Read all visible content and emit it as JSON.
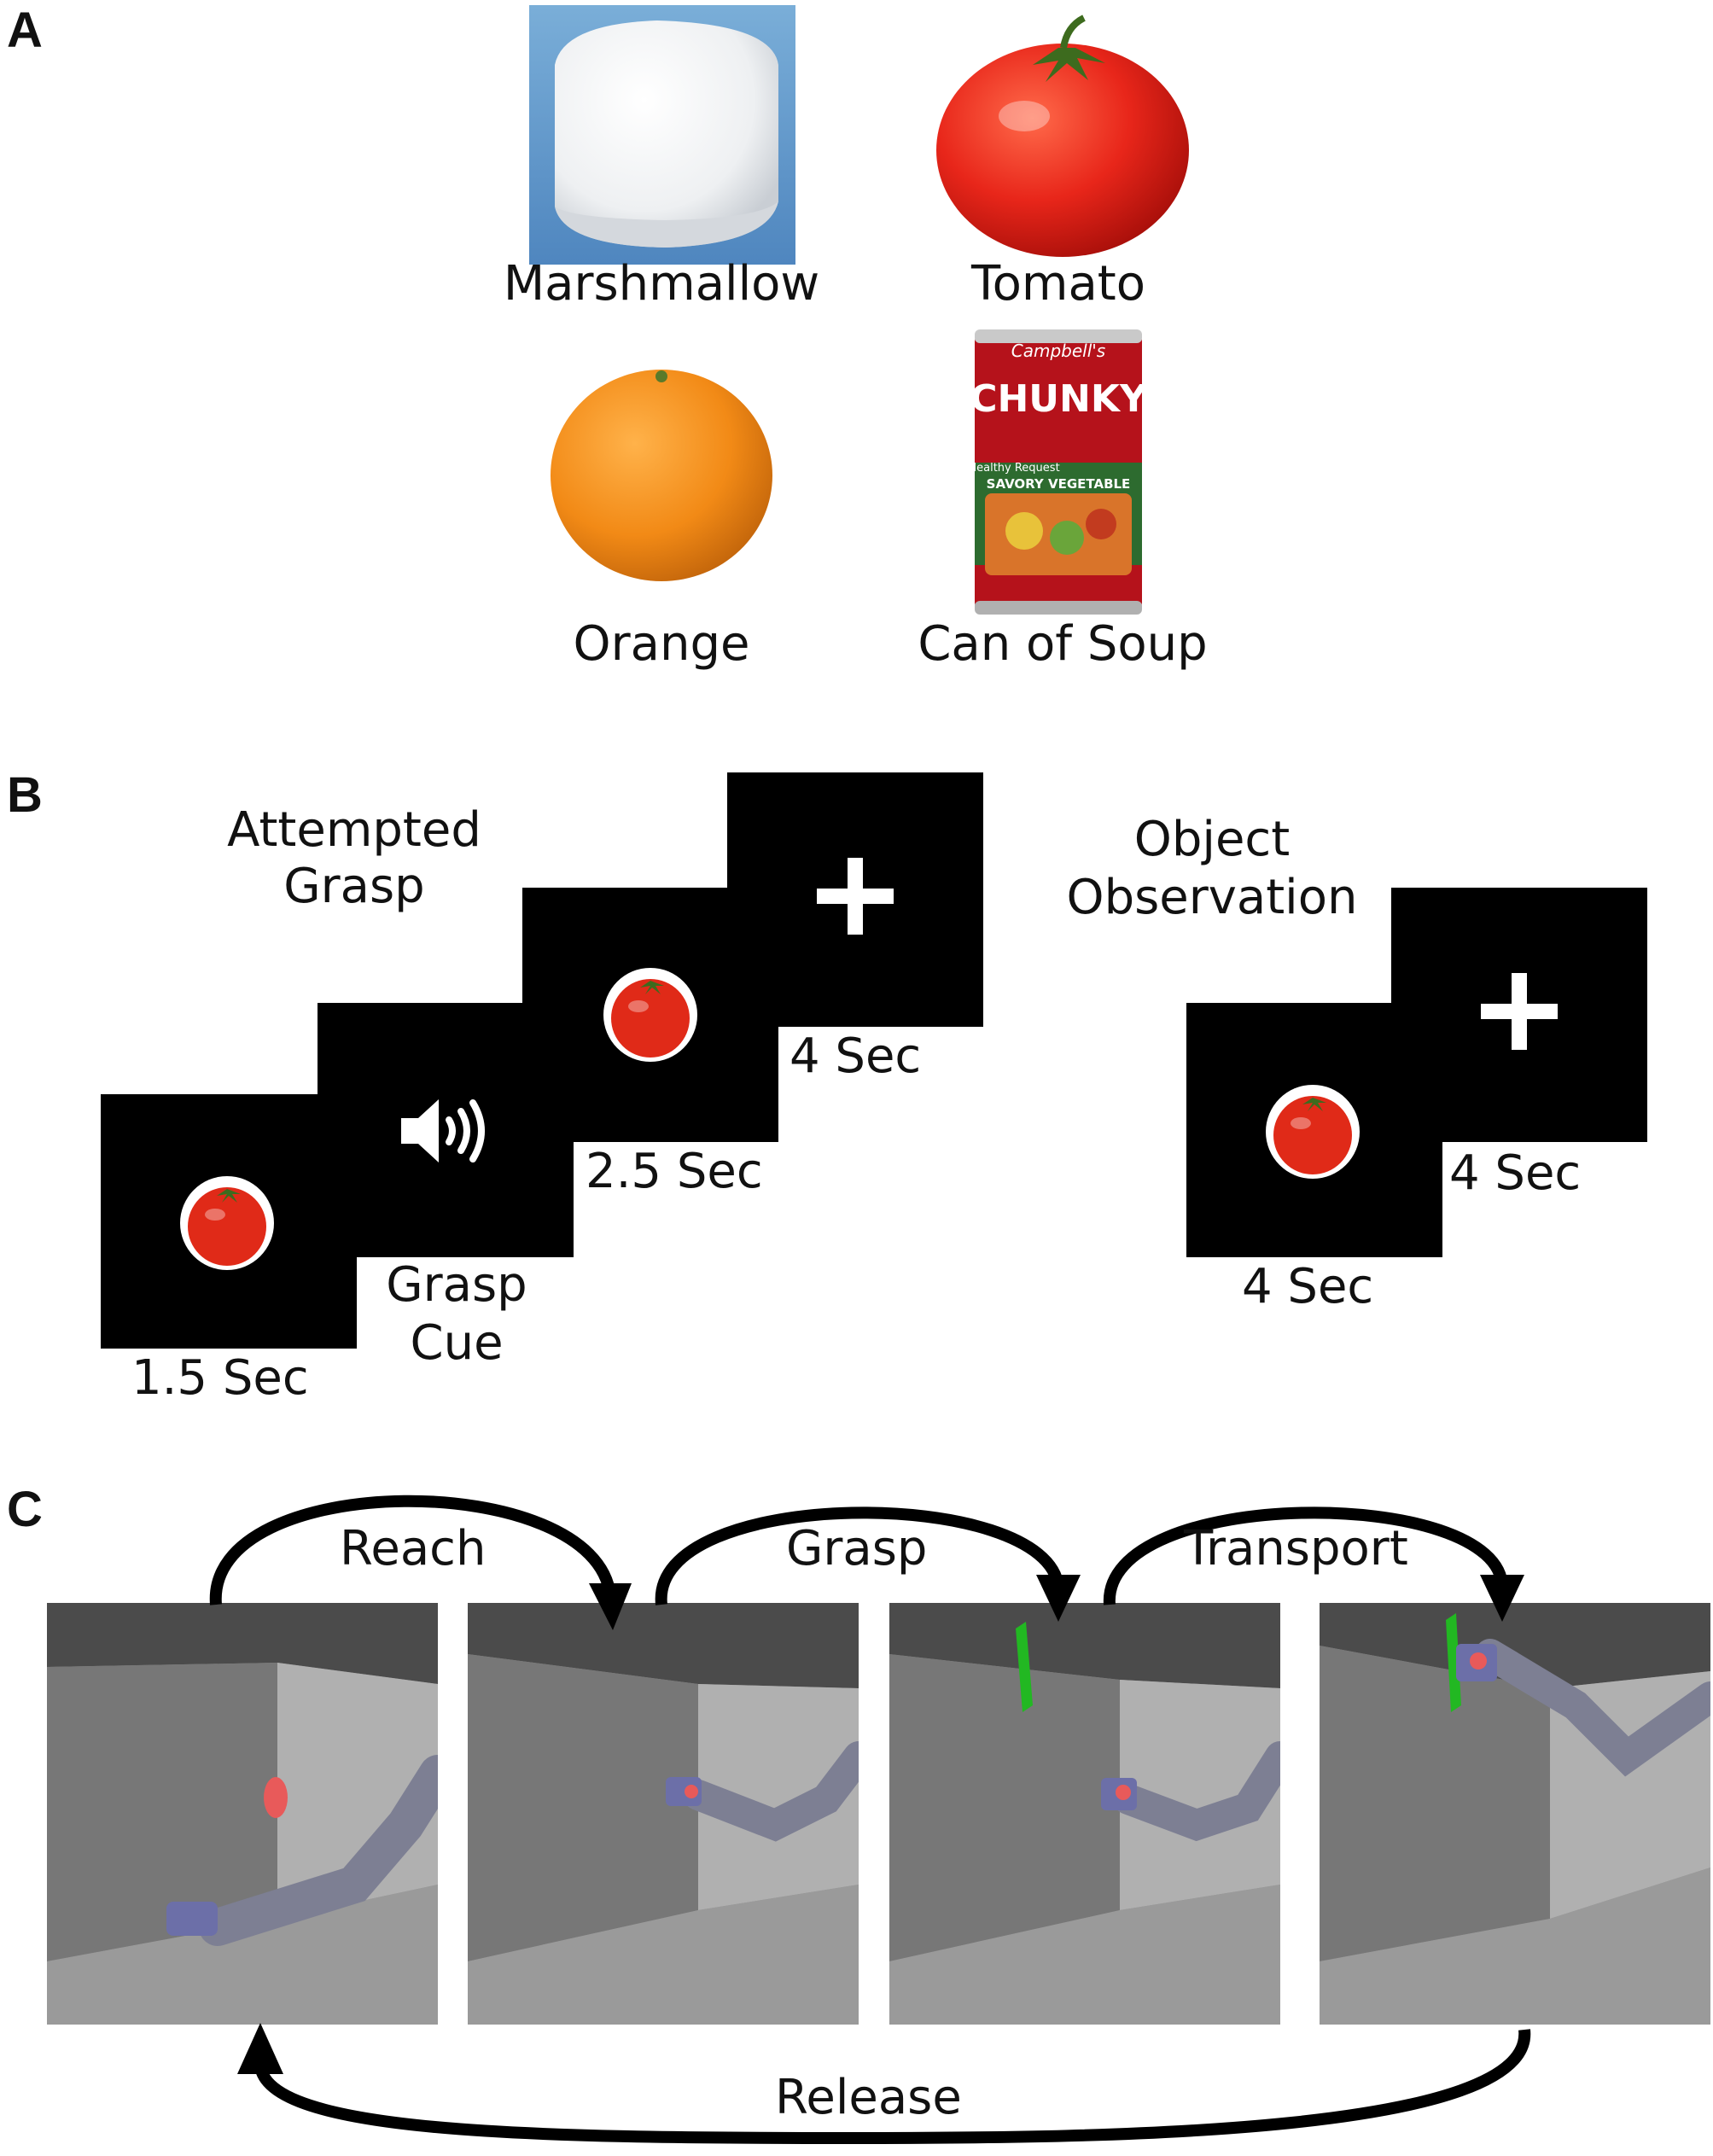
{
  "panels": {
    "a": {
      "letter": "A",
      "objects": [
        {
          "label": "Marshmallow",
          "icon": "marshmallow-photo"
        },
        {
          "label": "Tomato",
          "icon": "tomato-photo"
        },
        {
          "label": "Orange",
          "icon": "orange-photo"
        },
        {
          "label": "Can of Soup",
          "icon": "soup-can-photo",
          "can_text": {
            "brand": "Campbell's",
            "name": "CHUNKY",
            "badge": "Healthy Request",
            "variety": "SAVORY VEGETABLE"
          }
        }
      ]
    },
    "b": {
      "letter": "B",
      "attempted_title": [
        "Attempted",
        "Grasp"
      ],
      "observation_title": [
        "Object",
        "Observation"
      ],
      "attempted_screens": [
        {
          "content": "tomato-icon",
          "duration": "1.5 Sec"
        },
        {
          "content": "speaker-icon",
          "label": [
            "Grasp",
            "Cue"
          ]
        },
        {
          "content": "tomato-icon",
          "duration": "2.5 Sec"
        },
        {
          "content": "fixation-cross-icon",
          "duration": "4 Sec"
        }
      ],
      "observation_screens": [
        {
          "content": "tomato-icon",
          "duration": "4 Sec"
        },
        {
          "content": "fixation-cross-icon",
          "duration": "4 Sec"
        }
      ]
    },
    "c": {
      "letter": "C",
      "phases": [
        "Reach",
        "Grasp",
        "Transport",
        "Release"
      ],
      "frames": [
        "virtual-arm-frame-1",
        "virtual-arm-frame-2",
        "virtual-arm-frame-3",
        "virtual-arm-frame-4"
      ],
      "colors": {
        "target_red": "#e85a5a",
        "target_green": "#22b822",
        "arrow": "#000000"
      }
    }
  }
}
